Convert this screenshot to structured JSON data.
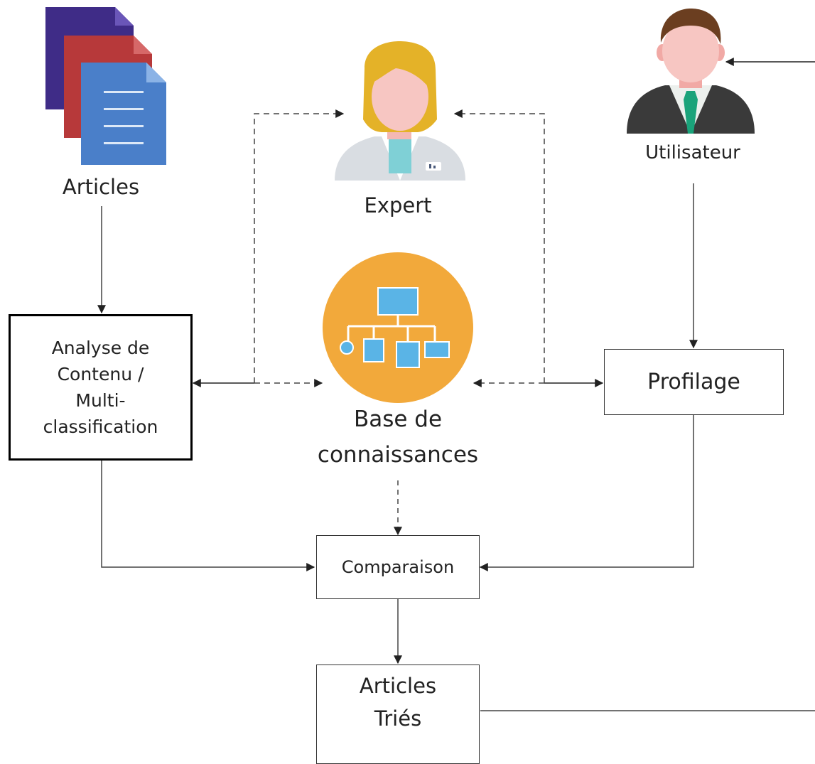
{
  "nodes": {
    "articles": {
      "label": "Articles",
      "icon": "documents-icon"
    },
    "expert": {
      "label": "Expert",
      "icon": "expert-avatar-icon"
    },
    "user": {
      "label": "Utilisateur",
      "icon": "user-avatar-icon"
    },
    "knowledge_base": {
      "label_line1": "Base  de",
      "label_line2": "connaissances",
      "icon": "hierarchy-icon"
    },
    "analysis": {
      "line1": "Analyse de",
      "line2": "Contenu /",
      "line3": "Multi-",
      "line4": "classification"
    },
    "profiling": {
      "label": "Profilage"
    },
    "comparison": {
      "label": "Comparaison"
    },
    "sorted": {
      "line1": "Articles",
      "line2": "Triés"
    }
  },
  "colors": {
    "doc_back": "#3f2c87",
    "doc_mid": "#b7393a",
    "doc_front": "#4a7fc9",
    "kb_circle": "#f2a93b",
    "kb_square": "#5ab4e6",
    "expert_hair": "#e4b228",
    "skin": "#f7c6c2",
    "user_suit": "#3a3a3a",
    "user_tie": "#1aa37a"
  }
}
